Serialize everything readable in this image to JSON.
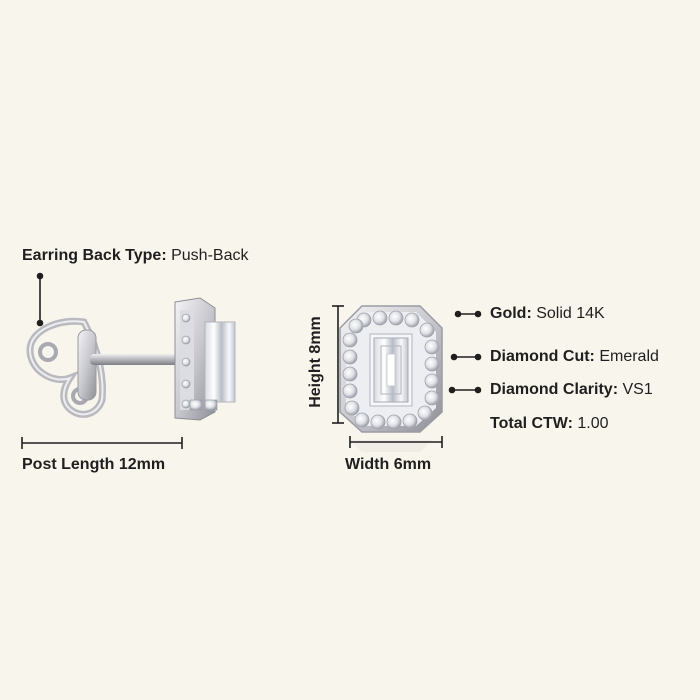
{
  "back_type": {
    "label": "Earring Back Type:",
    "value": "Push-Back"
  },
  "post_length": {
    "label": "Post Length 12mm"
  },
  "height": {
    "label": "Height 8mm"
  },
  "width": {
    "label": "Width 6mm"
  },
  "specs": [
    {
      "label": "Gold:",
      "value": "Solid 14K"
    },
    {
      "label": "Diamond Cut:",
      "value": "Emerald"
    },
    {
      "label": "Diamond Clarity:",
      "value": "VS1"
    },
    {
      "label": "Total CTW:",
      "value": "1.00"
    }
  ],
  "colors": {
    "background": "#f8f5ec",
    "text": "#1f1f1f",
    "metal": "#c9c9cf"
  }
}
